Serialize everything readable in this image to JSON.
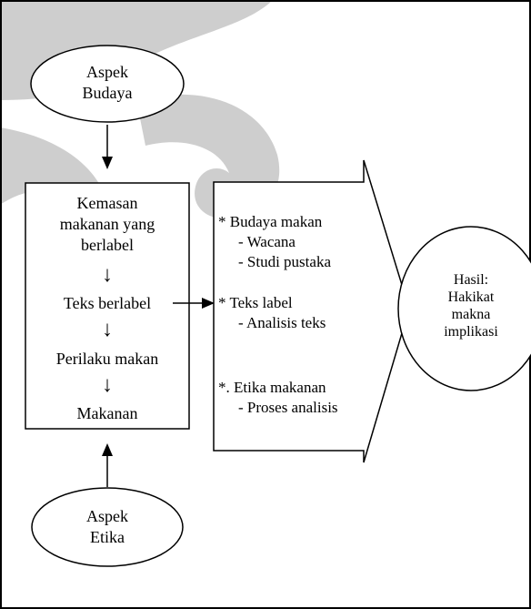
{
  "aspek_budaya": {
    "line1": "Aspek",
    "line2": "Budaya"
  },
  "aspek_etika": {
    "line1": "Aspek",
    "line2": "Etika"
  },
  "process_box": {
    "item1_line1": "Kemasan",
    "item1_line2": "makanan yang",
    "item1_line3": "berlabel",
    "item2": "Teks berlabel",
    "item3": "Perilaku makan",
    "item4": "Makanan",
    "down_arrow": "↓"
  },
  "analysis_box": {
    "g1_title": "*  Budaya makan",
    "g1_sub1": "- Wacana",
    "g1_sub2": "- Studi pustaka",
    "g2_title": "*  Teks label",
    "g2_sub1": "- Analisis teks",
    "g3_title": "*.  Etika makanan",
    "g3_sub1": "- Proses analisis"
  },
  "result": {
    "line1": "Hasil:",
    "line2": "Hakikat",
    "line3": "makna",
    "line4": "implikasi"
  },
  "colors": {
    "line": "#000000",
    "background": "#ffffff",
    "watermark": "#c9c9c9"
  }
}
